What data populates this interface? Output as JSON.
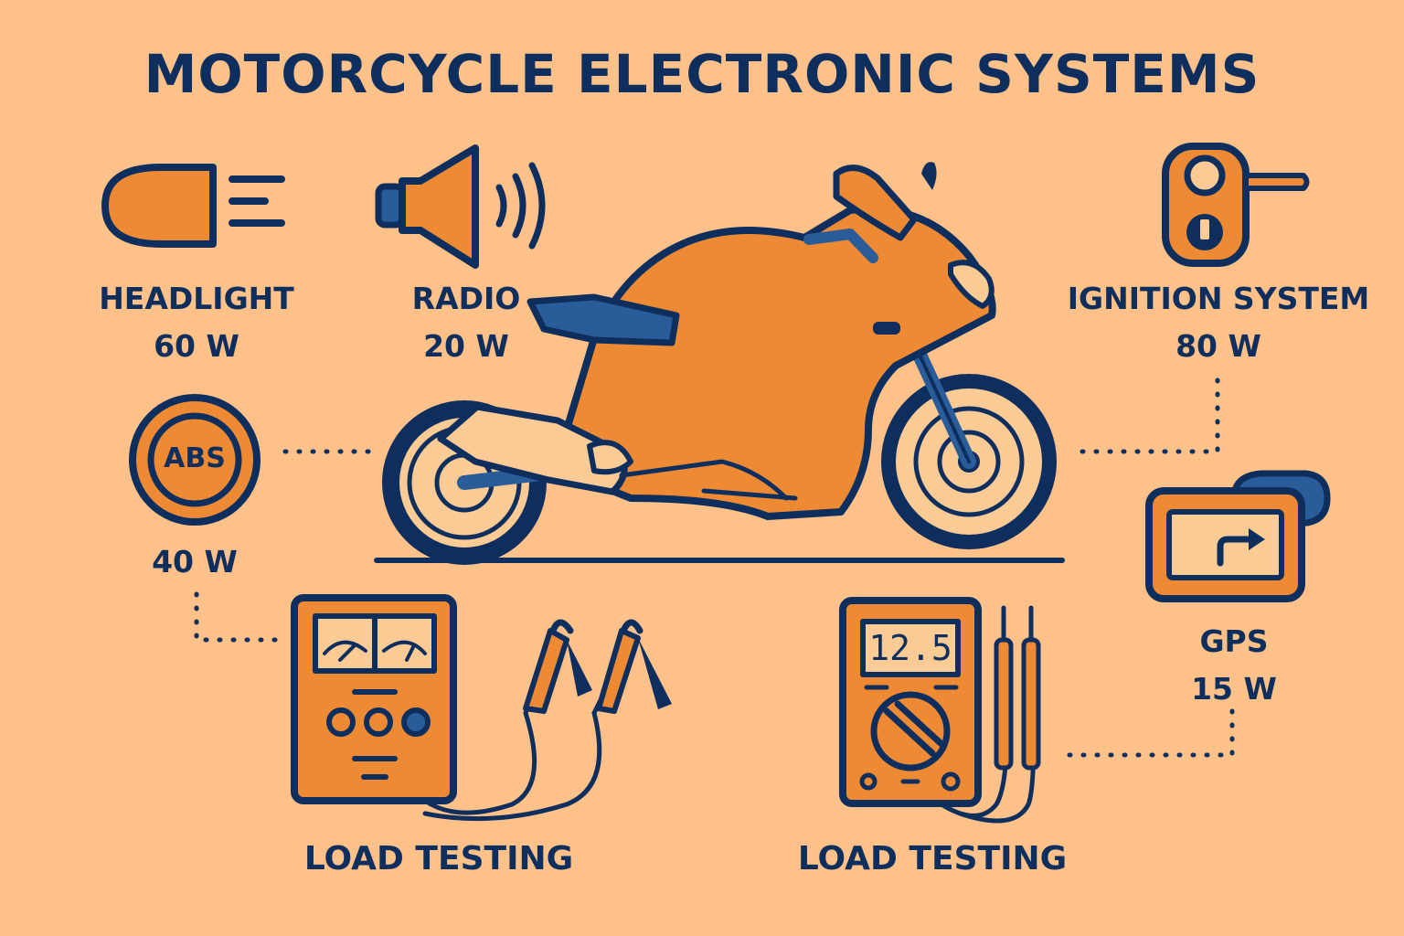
{
  "title": "MOTORCYCLE ELECTRONIC SYSTEMS",
  "components": {
    "headlight": {
      "label": "HEADLIGHT",
      "watts": "60 W",
      "icon": "headlight-icon"
    },
    "radio": {
      "label": "RADIO",
      "watts": "20 W",
      "icon": "speaker-icon"
    },
    "ignition": {
      "label": "IGNITION SYSTEM",
      "watts": "80 W",
      "icon": "ignition-switch-icon"
    },
    "abs": {
      "label": "ABS",
      "watts": "40 W",
      "icon": "abs-icon"
    },
    "gps": {
      "label": "GPS",
      "watts": "15 W",
      "icon": "gps-navigator-icon"
    }
  },
  "testers": {
    "analog": {
      "label": "LOAD TESTING",
      "icon": "analog-load-tester-icon"
    },
    "digital": {
      "label": "LOAD TESTING",
      "reading": "12.5",
      "icon": "digital-multimeter-icon"
    }
  },
  "colors": {
    "background": "#FDC189",
    "navy": "#0E2F5E",
    "orange": "#EE8A34",
    "blue": "#2A5C9A",
    "cream": "#FBCB96"
  }
}
